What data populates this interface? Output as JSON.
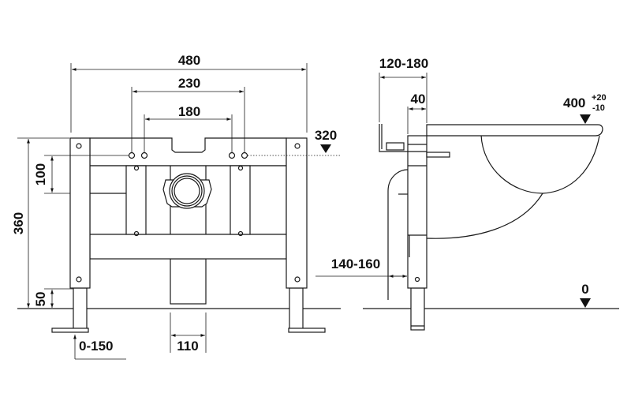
{
  "dimensions": {
    "width_total": "480",
    "hole_outer": "230",
    "hole_inner": "180",
    "height_mark": "320",
    "frame_height": "360",
    "hole_offset": "100",
    "leg_height": "50",
    "leg_adjust": "0-150",
    "drain_width": "110",
    "wall_depth": "120-180",
    "frame_depth": "40",
    "pipe_offset": "140-160",
    "floor_level": "0",
    "seat_height": "400",
    "seat_tol_plus": "+20",
    "seat_tol_minus": "-10"
  }
}
